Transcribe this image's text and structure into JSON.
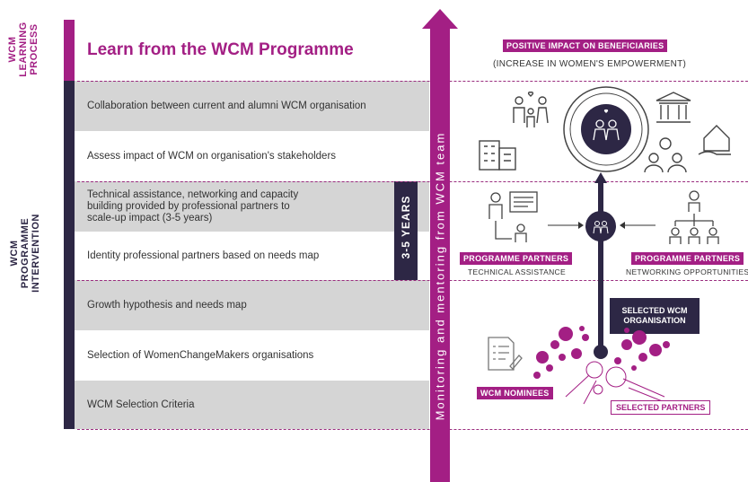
{
  "left_labels": {
    "learning": [
      "WCM",
      "LEARNING",
      "PROCESS"
    ],
    "intervention": [
      "WCM",
      "PROGRAMME",
      "INTERVENTION"
    ]
  },
  "header": "Learn from the WCM Programme",
  "rows": [
    "Collaboration between current and alumni WCM organisation",
    "Assess impact of WCM on organisation's stakeholders",
    "Technical assistance, networking and capacity building provided by professional partners to scale-up impact (3-5 years)",
    "Identity professional partners based on needs map",
    "Growth hypothesis and needs map",
    "Selection of WomenChangeMakers organisations",
    "WCM Selection Criteria"
  ],
  "years_label": "3-5 YEARS",
  "arrow_label": "Monitoring and mentoring from WCM team",
  "right": {
    "impact_title": "POSITIVE IMPACT ON BENEFICIARIES",
    "impact_sub": "(INCREASE IN WOMEN'S EMPOWERMENT)",
    "partners_left": "PROGRAMME PARTNERS",
    "partners_left_sub": "TECHNICAL ASSISTANCE",
    "partners_right": "PROGRAMME PARTNERS",
    "partners_right_sub": "NETWORKING OPPORTUNITIES",
    "selected_org": [
      "SELECTED WCM",
      "ORGANISATION"
    ],
    "nominees": "WCM NOMINEES",
    "selected_partners": "SELECTED PARTNERS"
  },
  "colors": {
    "magenta": "#a31f84",
    "navy": "#2d2745",
    "gray": "#d5d5d5"
  }
}
